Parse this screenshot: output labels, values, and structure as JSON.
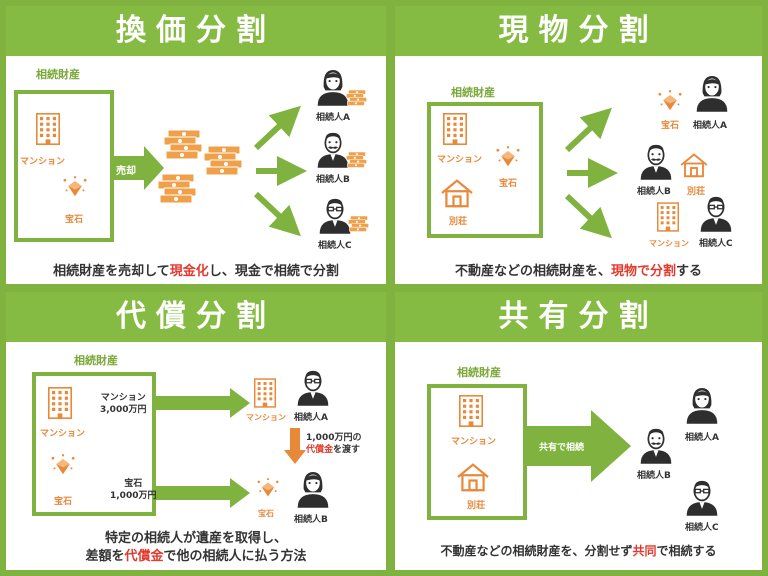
{
  "colors": {
    "green": "#7fb23e",
    "orange": "#e8893a",
    "red": "#e23a2e",
    "dark": "#2e2e2e"
  },
  "q1": {
    "title": "換価分割",
    "estate_label": "相続財産",
    "mansion": "マンション",
    "jewel": "宝石",
    "sell": "売却",
    "heirs": [
      "相続人A",
      "相続人B",
      "相続人C"
    ],
    "caption_a": "相続財産を売却して",
    "caption_em": "現金化",
    "caption_b": "し、現金で相続で分割"
  },
  "q2": {
    "title": "現物分割",
    "estate_label": "相続財産",
    "mansion": "マンション",
    "jewel": "宝石",
    "villa": "別荘",
    "heirs": [
      "相続人A",
      "相続人B",
      "相続人C"
    ],
    "caption_a": "不動産などの相続財産を、",
    "caption_em": "現物で分割",
    "caption_b": "する"
  },
  "q3": {
    "title": "代償分割",
    "estate_label": "相続財産",
    "mansion": "マンション",
    "jewel": "宝石",
    "mansion_value_1": "マンション",
    "mansion_value_2": "3,000万円",
    "jewel_value_1": "宝石",
    "jewel_value_2": "1,000万円",
    "heirs": [
      "相続人A",
      "相続人B"
    ],
    "comp_1": "1,000万円の",
    "comp_em": "代償金",
    "comp_2": "を渡す",
    "caption_line1": "特定の相続人が遺産を取得し、",
    "caption_a": "差額を",
    "caption_em": "代償金",
    "caption_b": "で他の相続人に払う方法"
  },
  "q4": {
    "title": "共有分割",
    "estate_label": "相続財産",
    "mansion": "マンション",
    "villa": "別荘",
    "arrow_label": "共有で相続",
    "heirs": [
      "相続人A",
      "相続人B",
      "相続人C"
    ],
    "caption_a": "不動産などの相続財産を、分割せず",
    "caption_em": "共同",
    "caption_b": "で相続する"
  }
}
